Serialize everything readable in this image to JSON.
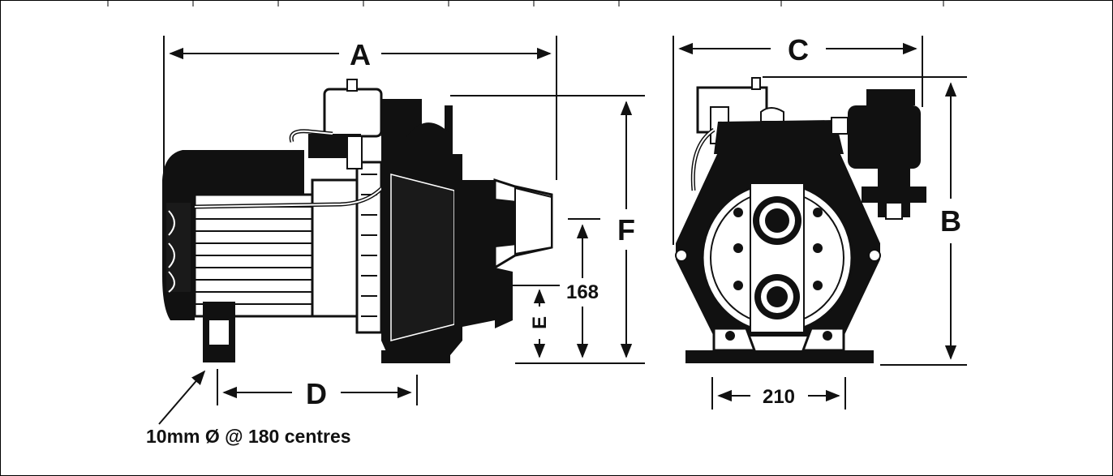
{
  "dimensions": {
    "A": "A",
    "B": "B",
    "C": "C",
    "D": "D",
    "E": "E",
    "F": "F",
    "dim_168": "168",
    "dim_210": "210"
  },
  "note": "10mm Ø @ 180 centres"
}
